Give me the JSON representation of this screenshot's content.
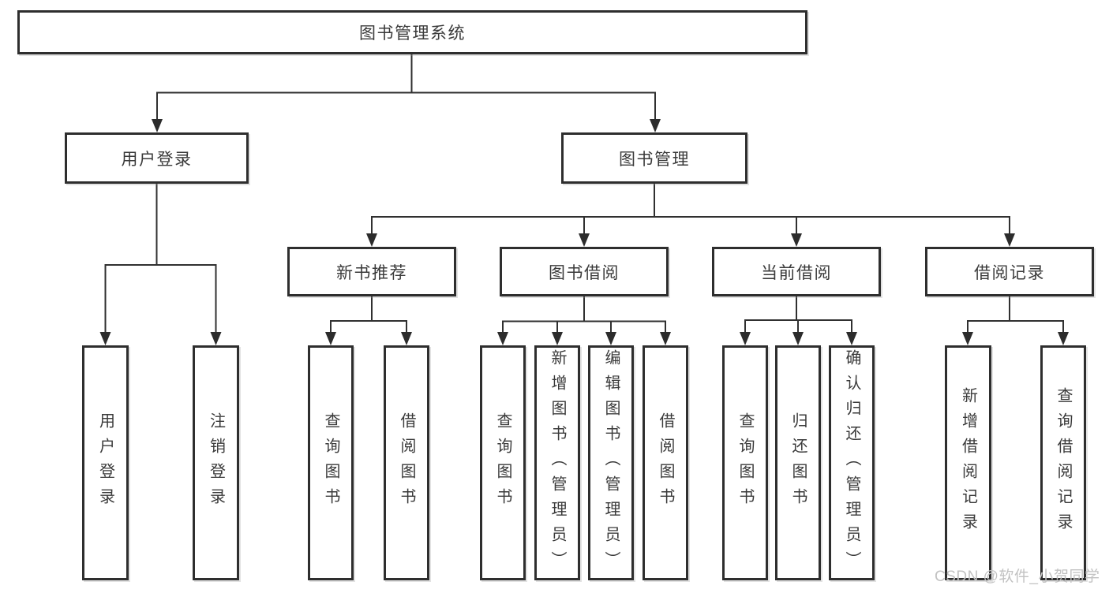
{
  "tree": {
    "root": {
      "label": "图书管理系统",
      "children": [
        {
          "label": "用户登录",
          "children": [
            {
              "label": "用户登录"
            },
            {
              "label": "注销登录"
            }
          ]
        },
        {
          "label": "图书管理",
          "children": [
            {
              "label": "新书推荐",
              "children": [
                {
                  "label": "查询图书"
                },
                {
                  "label": "借阅图书"
                }
              ]
            },
            {
              "label": "图书借阅",
              "children": [
                {
                  "label": "查询图书"
                },
                {
                  "label": "新增图书（管理员）"
                },
                {
                  "label": "编辑图书（管理员）"
                },
                {
                  "label": "借阅图书"
                }
              ]
            },
            {
              "label": "当前借阅",
              "children": [
                {
                  "label": "查询图书"
                },
                {
                  "label": "归还图书"
                },
                {
                  "label": "确认归还（管理员）"
                }
              ]
            },
            {
              "label": "借阅记录",
              "children": [
                {
                  "label": "新增借阅记录"
                },
                {
                  "label": "查询借阅记录"
                }
              ]
            }
          ]
        }
      ]
    }
  },
  "watermark": {
    "text": "CSDN @软件_小贺同学"
  },
  "colors": {
    "background": "#ffffff",
    "box_border": "#2e2e2e",
    "connector_line": "#303030",
    "text": "#3a3a3a",
    "watermark": "#c2c2c2"
  }
}
